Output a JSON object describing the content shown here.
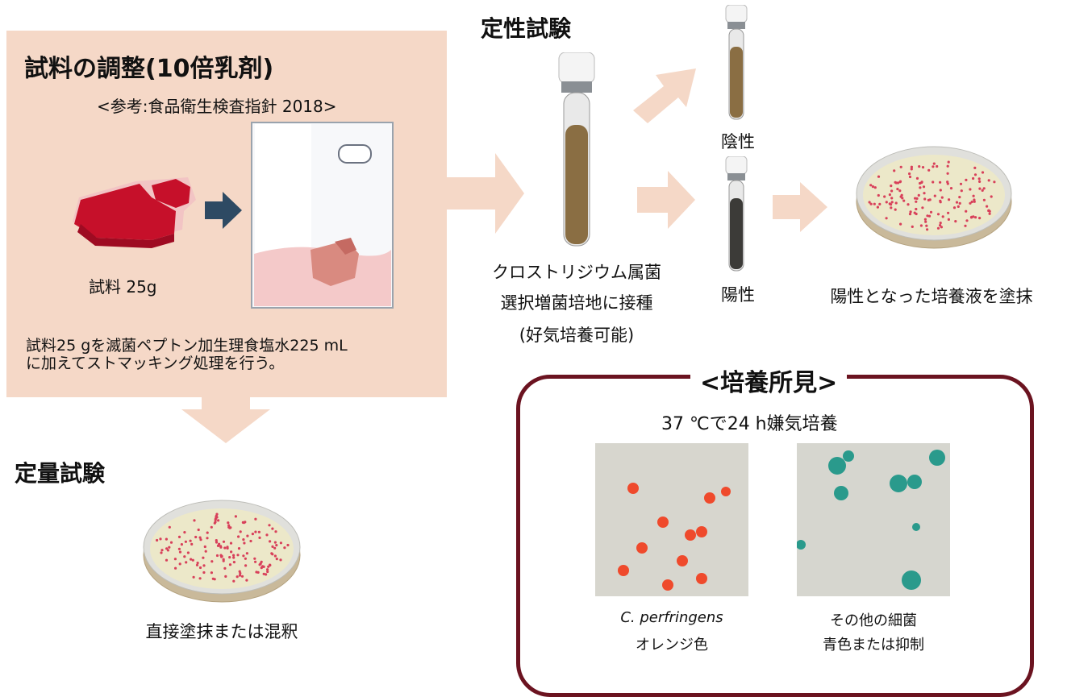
{
  "sample_prep": {
    "title": "試料の調整(10倍乳剤)",
    "reference": "<参考:食品衛生検査指針 2018>",
    "sample_label": "試料 25g",
    "description_line1": "試料25 gを滅菌ペプトン加生理食塩水225 mL",
    "description_line2": "に加えてストマッキング処理を行う。"
  },
  "qualitative": {
    "title": "定性試験",
    "medium_line1": "クロストリジウム属菌",
    "medium_line2": "選択増菌培地に接種",
    "medium_line3": "(好気培養可能)",
    "negative": "陰性",
    "positive": "陽性",
    "plate_label": "陽性となった培養液を塗抹"
  },
  "quantitative": {
    "title": "定量試験",
    "plate_label": "直接塗抹または混釈"
  },
  "findings": {
    "title": "<培養所見>",
    "condition": "37 ℃で24 h嫌気培養",
    "left_species": "C. perfringens",
    "left_color": "オレンジ色",
    "right_species": "その他の細菌",
    "right_color": "青色または抑制"
  },
  "colors": {
    "panel": "#f5d8c7",
    "arrow": "#f5d8c7",
    "frame": "#6b1320",
    "small_arrow": "#2e4a63",
    "colony_orange": "#ef4a2c",
    "colony_teal": "#2a9a8c"
  },
  "icons": [
    "meat-icon",
    "stomacher-bag-icon",
    "culture-tube-icon",
    "petri-dish-icon",
    "arrow-icon"
  ]
}
